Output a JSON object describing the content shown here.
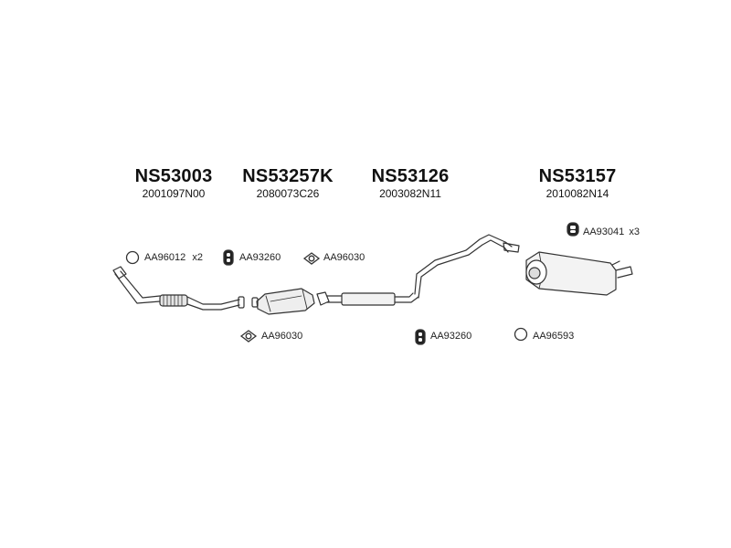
{
  "parts": [
    {
      "code": "NS53003",
      "ref": "2001097N00"
    },
    {
      "code": "NS53257K",
      "ref": "2080073C26"
    },
    {
      "code": "NS53126",
      "ref": "2003082N11"
    },
    {
      "code": "NS53157",
      "ref": "2010082N14"
    }
  ],
  "accessories": [
    {
      "label": "AA96012",
      "qty": "x2",
      "icon": "ring-gasket"
    },
    {
      "label": "AA93260",
      "qty": "",
      "icon": "rubber-hanger"
    },
    {
      "label": "AA96030",
      "qty": "",
      "icon": "flange-gasket"
    },
    {
      "label": "AA96030",
      "qty": "",
      "icon": "flange-gasket"
    },
    {
      "label": "AA93260",
      "qty": "",
      "icon": "rubber-hanger"
    },
    {
      "label": "AA96593",
      "qty": "",
      "icon": "ring-gasket"
    },
    {
      "label": "AA93041",
      "qty": "x3",
      "icon": "rubber-hanger"
    }
  ]
}
